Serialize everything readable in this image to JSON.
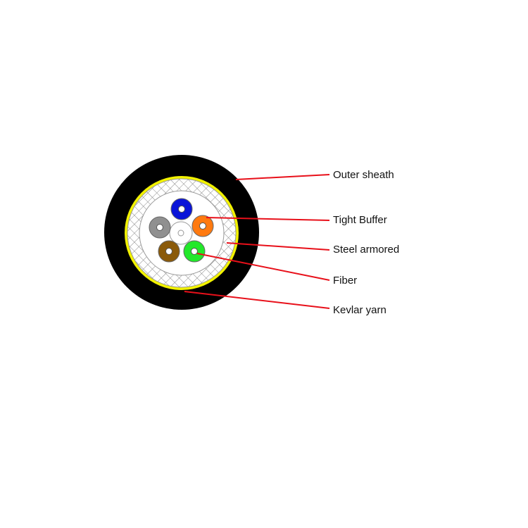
{
  "labels": {
    "outer_sheath": "Outer sheath",
    "tight_buffer": "Tight Buffer",
    "steel_armored": "Steel armored",
    "fiber": "Fiber",
    "kevlar_yarn": "Kevlar yarn"
  },
  "colors": {
    "sheath": "#000000",
    "kevlar": "#f2f200",
    "leader": "#e8101a",
    "fibers": [
      "#0a14d8",
      "#ff7a10",
      "#909090",
      "#8a5a0a",
      "#22e82a"
    ]
  }
}
